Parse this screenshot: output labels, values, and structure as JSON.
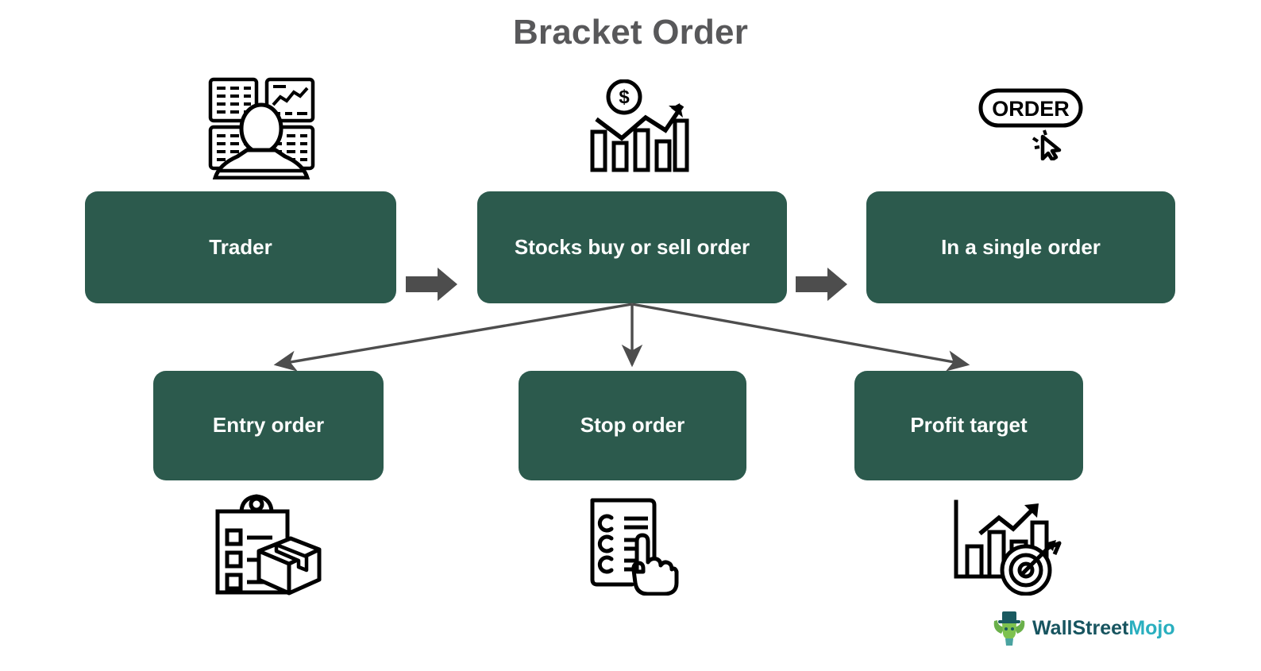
{
  "title": "Bracket Order",
  "theme": {
    "box_fill": "#2c5a4d",
    "box_text": "#ffffff",
    "title_color": "#58585a",
    "arrow_color": "#4d4d4d",
    "connector_color": "#4d4d4d",
    "icon_color": "#000000",
    "background": "#ffffff",
    "logo_primary": "#17545f",
    "logo_accent": "#2aafbf"
  },
  "flow": {
    "top_row": [
      {
        "id": "trader",
        "label": "Trader",
        "icon": "trader-monitors-icon"
      },
      {
        "id": "stocks",
        "label": "Stocks buy or sell order",
        "icon": "stock-chart-dollar-icon"
      },
      {
        "id": "single",
        "label": "In a single order",
        "icon": "order-button-cursor-icon"
      }
    ],
    "bottom_row": [
      {
        "id": "entry",
        "label": "Entry order",
        "icon": "clipboard-package-icon"
      },
      {
        "id": "stop",
        "label": "Stop order",
        "icon": "checklist-hand-icon"
      },
      {
        "id": "profit",
        "label": "Profit target",
        "icon": "bar-chart-target-icon"
      }
    ],
    "connectors": [
      {
        "from": "stocks",
        "to": "entry",
        "type": "line-arrow"
      },
      {
        "from": "stocks",
        "to": "stop",
        "type": "line-arrow"
      },
      {
        "from": "stocks",
        "to": "profit",
        "type": "line-arrow"
      }
    ],
    "sequence_arrows": [
      {
        "from": "trader",
        "to": "stocks",
        "type": "block-arrow"
      },
      {
        "from": "stocks",
        "to": "single",
        "type": "block-arrow"
      }
    ]
  },
  "icons": {
    "order_button_text": "ORDER",
    "dollar_symbol": "$"
  },
  "logo": {
    "primary_text": "WallStreet",
    "accent_text": "Mojo",
    "mascot": "bull-tophat-icon"
  }
}
